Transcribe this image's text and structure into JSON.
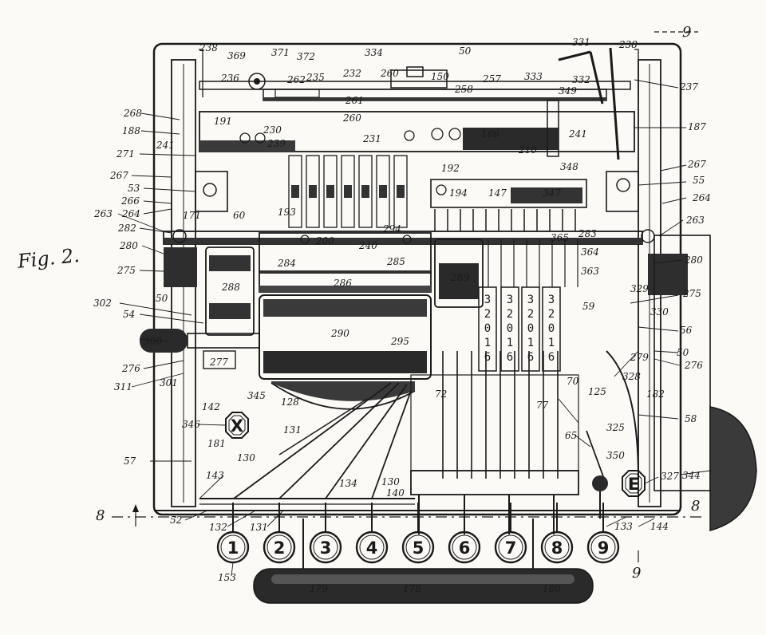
{
  "figure_label": "Fig. 2.",
  "number_keys": [
    "1",
    "2",
    "3",
    "4",
    "5",
    "6",
    "7",
    "8",
    "9"
  ],
  "x_key": "X",
  "e_key": "E",
  "dial_digits": [
    "3",
    "2",
    "0",
    "1",
    "6"
  ],
  "section_marks": {
    "top_right": "9",
    "bottom_right": "9",
    "left": "8",
    "right": "8"
  },
  "reference_numerals": {
    "n50a": "50",
    "n50b": "50",
    "n50c": "50",
    "n238a": "238",
    "n238b": "238",
    "n369": "369",
    "n371": "371",
    "n372": "372",
    "n334": "334",
    "n150": "150",
    "n260": "260",
    "n257": "257",
    "n333": "333",
    "n331": "331",
    "n332": "332",
    "n349": "349",
    "n237": "237",
    "n236": "236",
    "n262": "262",
    "n235": "235",
    "n232": "232",
    "n261": "261",
    "n258": "258",
    "n268": "268",
    "n191": "191",
    "n230": "230",
    "n260b": "260",
    "n231": "231",
    "n186": "186",
    "n241a": "241",
    "n187": "187",
    "n188": "188",
    "n241b": "241",
    "n239": "239",
    "n271": "271",
    "n210": "210",
    "n192": "192",
    "n348": "348",
    "n267a": "267",
    "n267b": "267",
    "n53": "53",
    "n55": "55",
    "n266": "266",
    "n264a": "264",
    "n264b": "264",
    "n194": "194",
    "n147": "147",
    "n347": "347",
    "n263a": "263",
    "n263b": "263",
    "n171": "171",
    "n60": "60",
    "n193": "193",
    "n282": "282",
    "n200": "200",
    "n240": "240",
    "n294": "294",
    "n365": "365",
    "n283": "283",
    "n280a": "280",
    "n280b": "280",
    "n284": "284",
    "n285": "285",
    "n364": "364",
    "n275a": "275",
    "n275b": "275",
    "n288": "288",
    "n286": "286",
    "n289": "289",
    "n363": "363",
    "n329": "329",
    "n302": "302",
    "n54": "54",
    "n59": "59",
    "n330": "330",
    "n290": "290",
    "n295": "295",
    "n56": "56",
    "n300": "300",
    "n279": "279",
    "n276a": "276",
    "n276b": "276",
    "n277": "277",
    "n70": "70",
    "n125": "125",
    "n328": "328",
    "n311": "311",
    "n301": "301",
    "n345": "345",
    "n128": "128",
    "n72": "72",
    "n182": "182",
    "n142": "142",
    "n77": "77",
    "n346": "346",
    "n131a": "131",
    "n58": "58",
    "n181": "181",
    "n65": "65",
    "n325": "325",
    "n130a": "130",
    "n350": "350",
    "n57": "57",
    "n130b": "130",
    "n140": "140",
    "n327": "327",
    "n344": "344",
    "n143": "143",
    "n134": "134",
    "n52": "52",
    "n132": "132",
    "n131b": "131",
    "n133": "133",
    "n144": "144",
    "n153": "153",
    "n179": "179",
    "n178": "178",
    "n180": "180"
  }
}
